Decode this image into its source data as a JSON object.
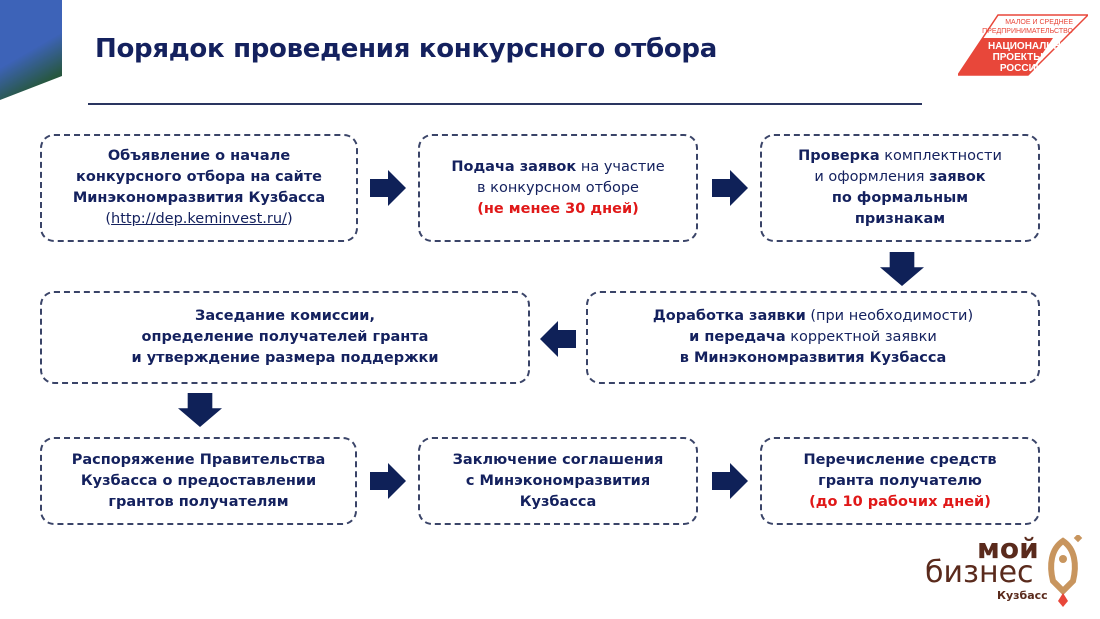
{
  "title": "Порядок проведения конкурсного отбора",
  "logo_np": {
    "line1": "МАЛОЕ И СРЕДНЕЕ",
    "line2": "ПРЕДПРИНИМАТЕЛЬСТВО",
    "line3": "НАЦИОНАЛЬНЫЕ",
    "line4": "ПРОЕКТЫ",
    "line5": "РОССИИ"
  },
  "logo_mb": {
    "line1": "мой",
    "line2": "бизнес",
    "line3": "Кузбасс"
  },
  "steps": [
    {
      "l1": "Объявление о начале",
      "l2": "конкурсного отбора на сайте",
      "l3": "Минэкономразвития Кузбасса",
      "l4a": "(",
      "link": "http://dep.keminvest.ru/",
      "l4b": ")"
    },
    {
      "b1": "Подача заявок",
      "n1": " на участие",
      "n2": "в конкурсном отборе",
      "red": "(не менее 30 дней)"
    },
    {
      "b1": "Проверка",
      "n1": " комплектности",
      "n2": "и оформления ",
      "b2": "заявок",
      "b3": "по формальным",
      "b4": "признакам"
    },
    {
      "b1": "Доработка  заявки",
      "n1": " (при необходимости)",
      "b2": "и передача",
      "n2": " корректной заявки",
      "b3": "в Минэкономразвития Кузбасса"
    },
    {
      "l1": "Заседание комиссии,",
      "l2": "определение получателей гранта",
      "l3": "и утверждение размера поддержки"
    },
    {
      "l1": "Распоряжение Правительства",
      "l2": "Кузбасса о предоставлении",
      "l3": "грантов получателям"
    },
    {
      "l1": "Заключение соглашения",
      "l2": "с Минэкономразвития",
      "l3": "Кузбасса"
    },
    {
      "l1": "Перечисление средств",
      "l2": "гранта получателю",
      "red": "(до 10 рабочих дней)"
    }
  ],
  "colors": {
    "navy": "#14215e",
    "red": "#e01818",
    "logo_red": "#e8473a",
    "brown": "#5a2a1c"
  }
}
